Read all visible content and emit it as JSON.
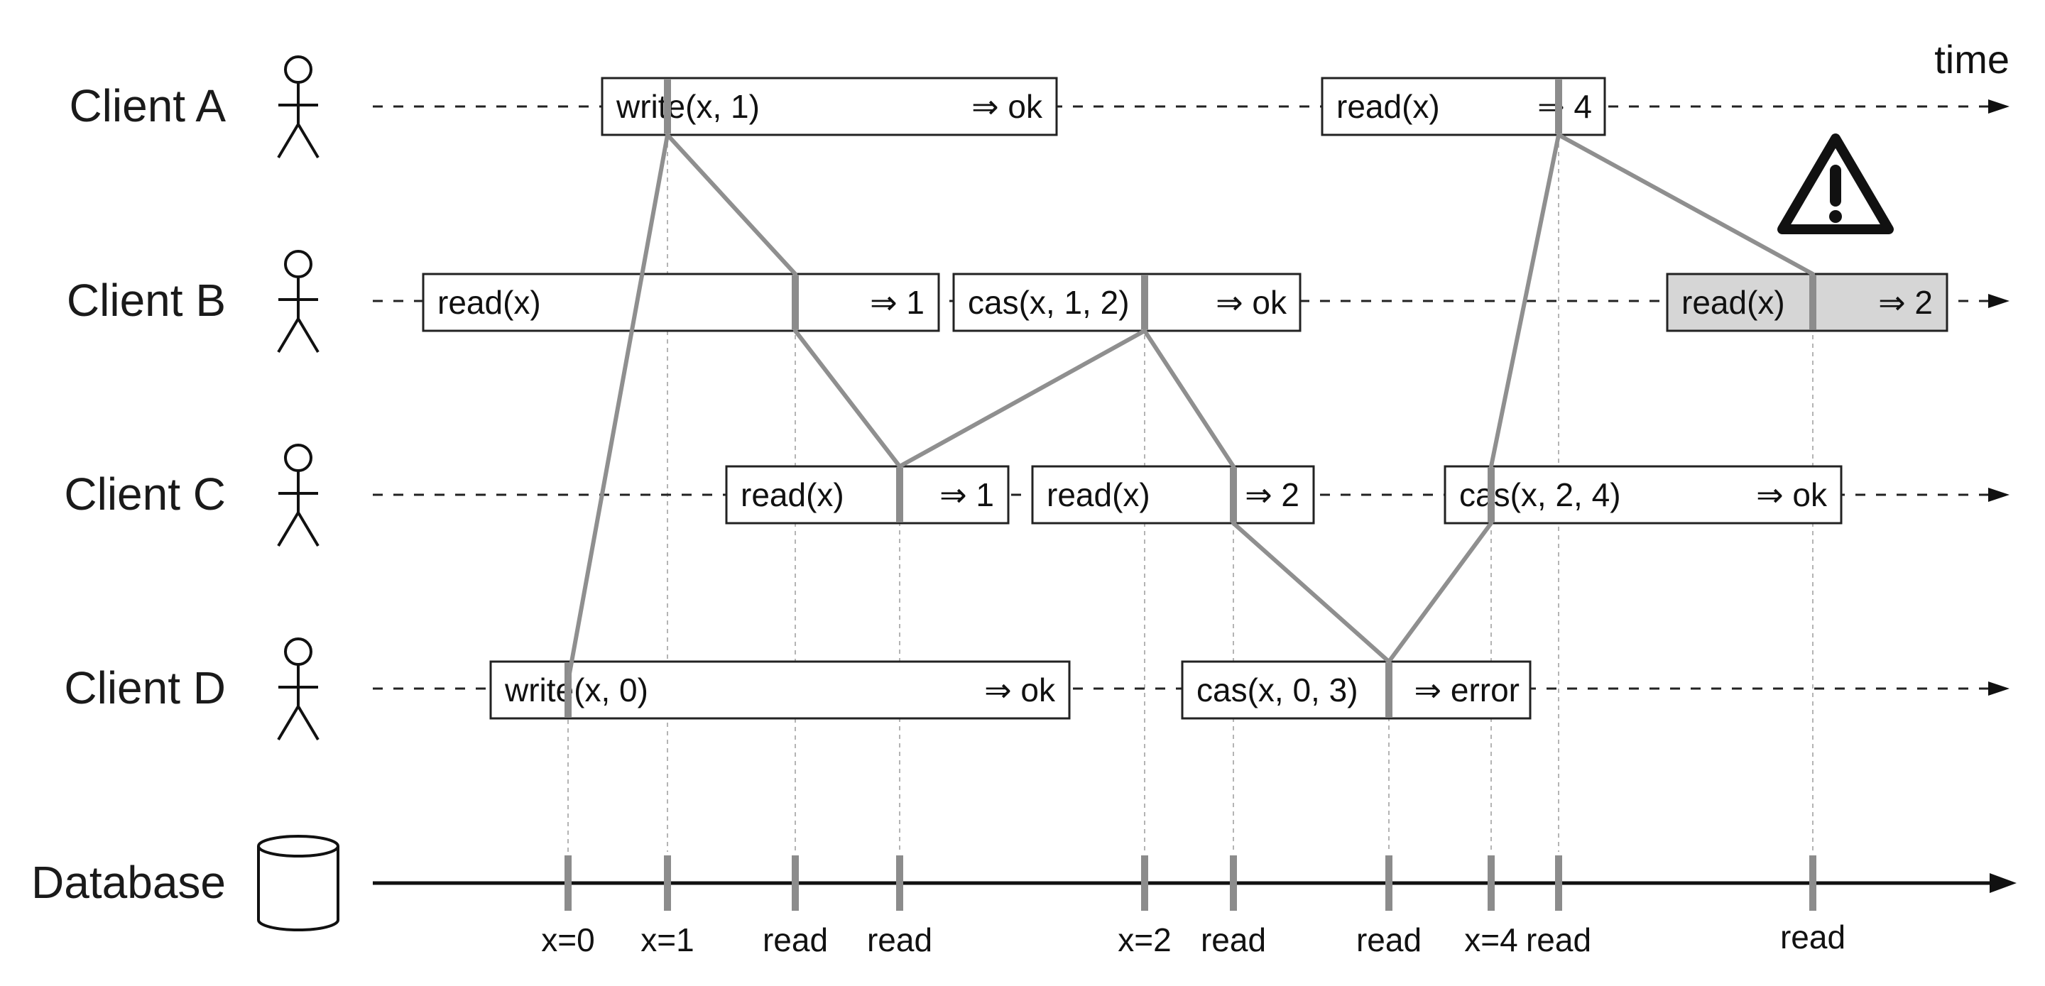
{
  "time_label": "time",
  "clients": [
    {
      "id": "A",
      "label": "Client A"
    },
    {
      "id": "B",
      "label": "Client B"
    },
    {
      "id": "C",
      "label": "Client C"
    },
    {
      "id": "D",
      "label": "Client D"
    }
  ],
  "database_label": "Database",
  "operations": [
    {
      "id": "a-write",
      "client": "A",
      "label": "write(x, 1)",
      "result": "⇒ ok",
      "highlight": false
    },
    {
      "id": "a-read",
      "client": "A",
      "label": "read(x)",
      "result": "⇒ 4",
      "highlight": false
    },
    {
      "id": "b-read1",
      "client": "B",
      "label": "read(x)",
      "result": "⇒ 1",
      "highlight": false
    },
    {
      "id": "b-cas",
      "client": "B",
      "label": "cas(x, 1, 2)",
      "result": "⇒ ok",
      "highlight": false
    },
    {
      "id": "b-read2",
      "client": "B",
      "label": "read(x)",
      "result": "⇒ 2",
      "highlight": true
    },
    {
      "id": "c-read1",
      "client": "C",
      "label": "read(x)",
      "result": "⇒ 1",
      "highlight": false
    },
    {
      "id": "c-read2",
      "client": "C",
      "label": "read(x)",
      "result": "⇒ 2",
      "highlight": false
    },
    {
      "id": "c-cas",
      "client": "C",
      "label": "cas(x, 2, 4)",
      "result": "⇒ ok",
      "highlight": false
    },
    {
      "id": "d-write",
      "client": "D",
      "label": "write(x, 0)",
      "result": "⇒ ok",
      "highlight": false
    },
    {
      "id": "d-cas",
      "client": "D",
      "label": "cas(x, 0, 3)",
      "result": "⇒ error",
      "highlight": false
    }
  ],
  "db_ticks": [
    {
      "label": "x=0"
    },
    {
      "label": "x=1"
    },
    {
      "label": "read"
    },
    {
      "label": "read"
    },
    {
      "label": "x=2"
    },
    {
      "label": "read"
    },
    {
      "label": "read"
    },
    {
      "label": "x=4"
    },
    {
      "label": "read"
    },
    {
      "label": "read"
    }
  ],
  "icons": {
    "client": "person-icon",
    "database": "database-icon",
    "warning": "warning-icon"
  },
  "colors": {
    "marker_gray": "#8c8c8c",
    "highlight_fill": "#d6d6d6"
  }
}
